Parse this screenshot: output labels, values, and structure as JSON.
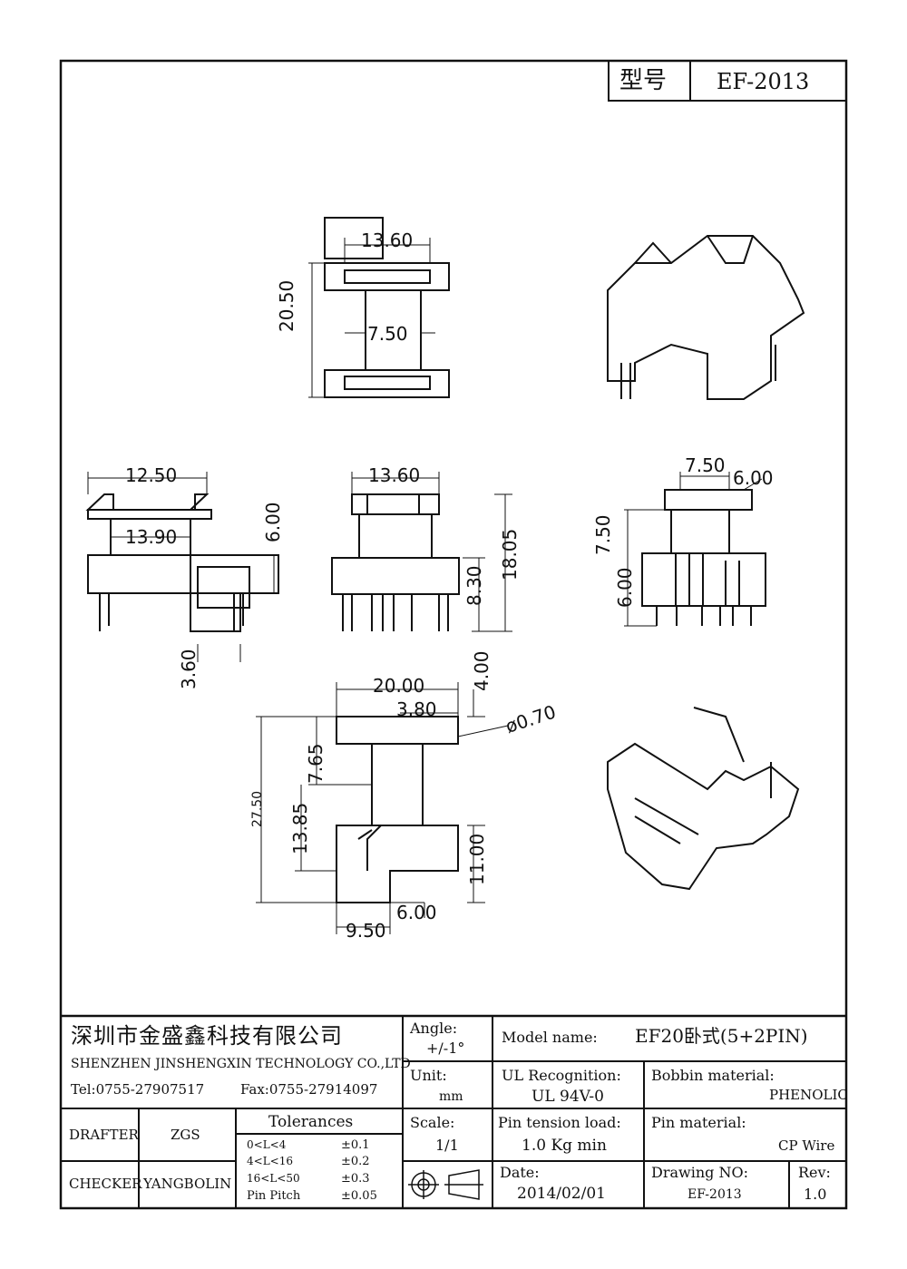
{
  "header": {
    "model_label": "型号",
    "model_value": "EF-2013"
  },
  "dims": {
    "A": "13.60",
    "B": "20.50",
    "C": "7.50",
    "D": "12.50",
    "E": "13.90",
    "F": "6.00",
    "G": "3.60",
    "H": "13.60",
    "I": "8.30",
    "J": "18.05",
    "K": "7.50",
    "L": "6.00",
    "M": "7.50",
    "N": "6.00",
    "R": "20.00",
    "Q": "3.80",
    "S": "4.00",
    "T": "ø0.70",
    "P": "7.65",
    "O": "13.85",
    "X": "27.50",
    "W": "11.00",
    "V": "6.00",
    "U": "9.50"
  },
  "title_block": {
    "company_cn": "深圳市金盛鑫科技有限公司",
    "company_en": "SHENZHEN JINSHENGXIN TECHNOLOGY CO.,LTD",
    "tel": "Tel:0755-27907517",
    "fax": "Fax:0755-27914097",
    "angle_label": "Angle:",
    "angle_value": "+/-1°",
    "unit_label": "Unit:",
    "unit_value": "mm",
    "scale_label": "Scale:",
    "scale_value": "1/1",
    "model_name_label": "Model name:",
    "model_name_value": "EF20卧式(5+2PIN)",
    "ul_label": "UL Recognition:",
    "ul_value": "UL 94V-0",
    "bobbin_label": "Bobbin material:",
    "bobbin_value": "PHENOLIC",
    "pin_tension_label": "Pin tension load:",
    "pin_tension_value": "1.0 Kg min",
    "pin_material_label": "Pin material:",
    "pin_material_value": "CP Wire",
    "date_label": "Date:",
    "date_value": "2014/02/01",
    "drawing_no_label": "Drawing NO:",
    "drawing_no_value": "EF-2013",
    "rev_label": "Rev:",
    "rev_value": "1.0",
    "drafter_label": "DRAFTER",
    "drafter_value": "ZGS",
    "checker_label": "CHECKER",
    "checker_value": "YANGBOLIN",
    "tolerances_title": "Tolerances",
    "tolerances": [
      {
        "range": "0<L<4",
        "value": "±0.1"
      },
      {
        "range": "4<L<16",
        "value": "±0.2"
      },
      {
        "range": "16<L<50",
        "value": "±0.3"
      },
      {
        "range": "Pin Pitch",
        "value": "±0.05"
      }
    ]
  }
}
